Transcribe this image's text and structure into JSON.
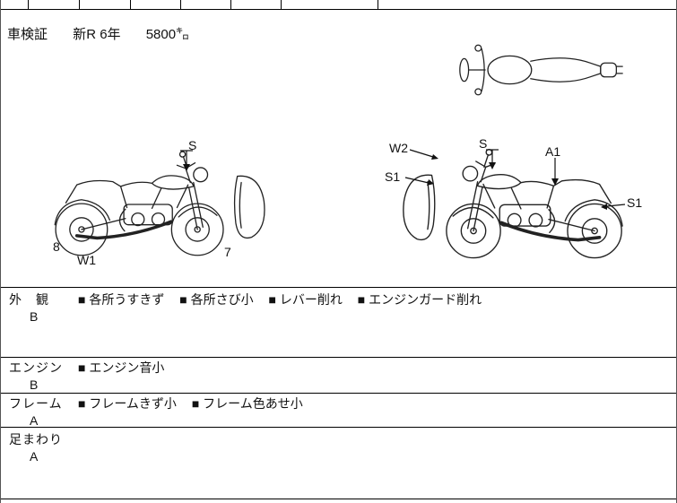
{
  "header": {
    "shaken_label": "車検証",
    "registration": "新R 6年",
    "mileage": "5800㌔"
  },
  "diagram_labels": {
    "left": [
      "S",
      "8",
      "W1",
      "7"
    ],
    "right": [
      "W2",
      "S1",
      "S",
      "A1",
      "S1"
    ]
  },
  "inspection_rows": [
    {
      "category": "外　観",
      "grade": "B",
      "notes": [
        "■ 各所うすきず",
        "■ 各所さび小",
        "■ レバー削れ",
        "■ エンジンガード削れ"
      ]
    },
    {
      "category": "エンジン",
      "grade": "B",
      "notes": [
        "■ エンジン音小"
      ]
    },
    {
      "category": "フレーム",
      "grade": "A",
      "notes": [
        "■ フレームきず小",
        "■ フレーム色あせ小"
      ]
    },
    {
      "category": "足まわり",
      "grade": "A",
      "notes": []
    }
  ],
  "colors": {
    "line": "#000000",
    "background": "#ffffff",
    "ink": "#111111"
  }
}
